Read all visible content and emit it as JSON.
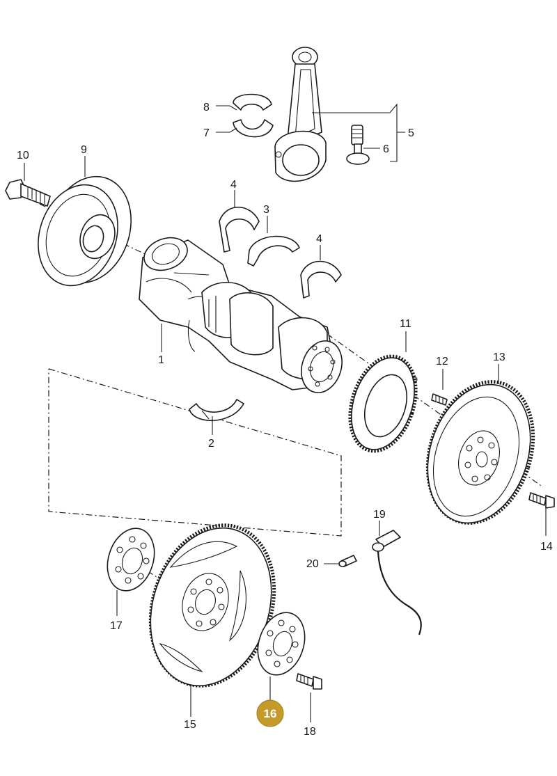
{
  "callouts": {
    "p1": "1",
    "p2": "2",
    "p3": "3",
    "p4a": "4",
    "p4b": "4",
    "p5": "5",
    "p6": "6",
    "p7": "7",
    "p8": "8",
    "p9": "9",
    "p10": "10",
    "p11": "11",
    "p12": "12",
    "p13": "13",
    "p14": "14",
    "p15": "15",
    "p16": "16",
    "p17": "17",
    "p18": "18",
    "p19": "19",
    "p20": "20"
  },
  "highlight": {
    "label": "16",
    "color": "#c49a2a"
  }
}
